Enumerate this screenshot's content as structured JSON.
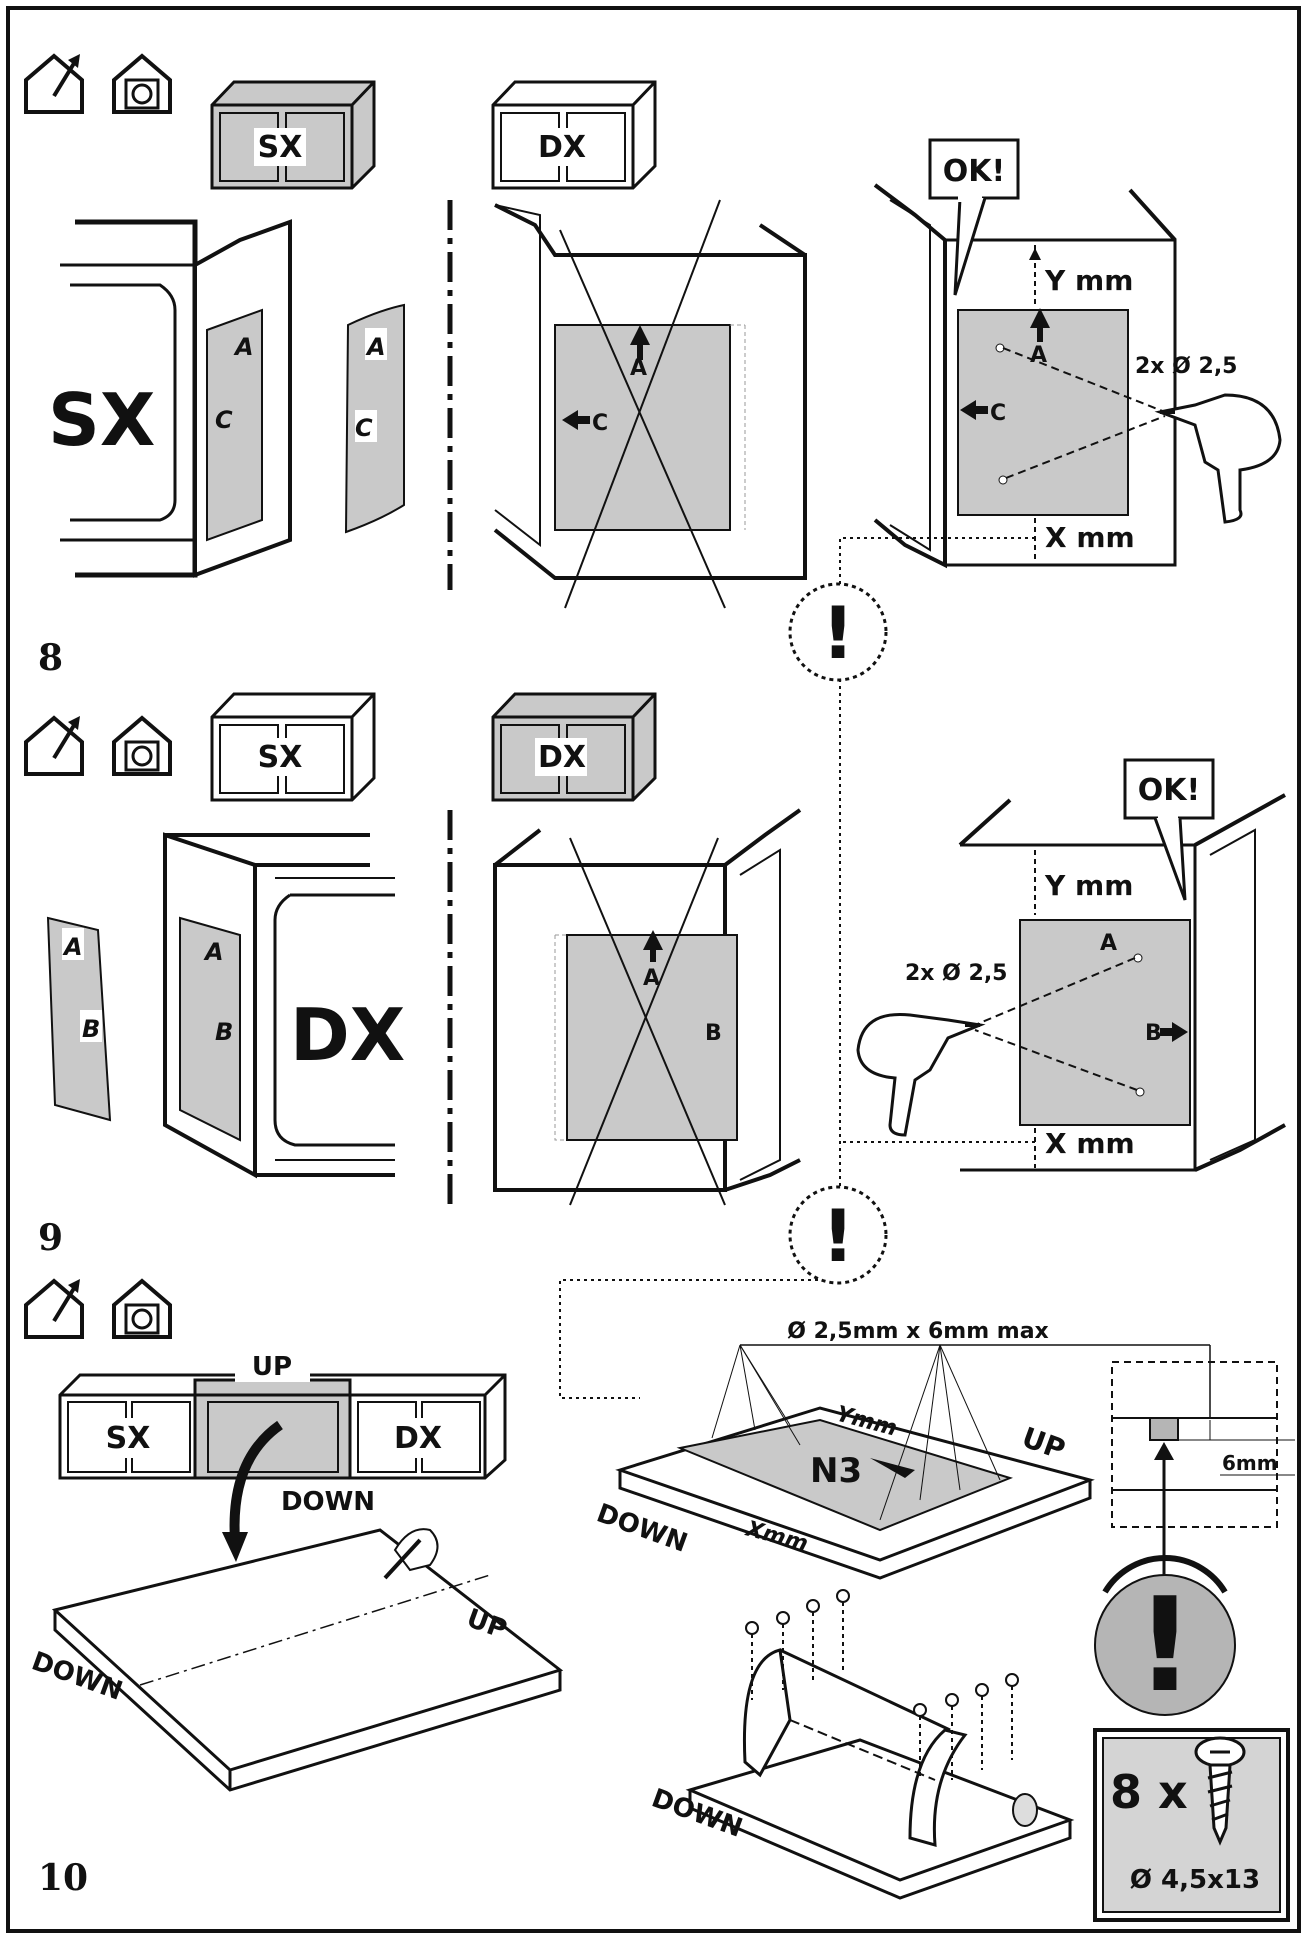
{
  "steps": {
    "s8": {
      "number": "8"
    },
    "s9": {
      "number": "9"
    },
    "s10": {
      "number": "10"
    }
  },
  "labels": {
    "sx": "SX",
    "dx": "DX",
    "ok": "OK!",
    "a": "A",
    "b": "B",
    "c": "C",
    "y_mm": "Y mm",
    "x_mm": "X mm",
    "drill_spec": "2x Ø 2,5",
    "exclaim": "!",
    "up": "UP",
    "down": "DOWN",
    "n3": "N3",
    "ymm_small": "Ymm",
    "xmm_small": "Xmm",
    "screw_spec": "Ø 2,5mm x 6mm max",
    "six_mm": "6mm",
    "qty": "8 x",
    "screw_size": "Ø 4,5x13"
  },
  "colors": {
    "panel_gray": "#c9c9c9",
    "line": "#111111",
    "badge_gray": "#b5b5b5"
  }
}
